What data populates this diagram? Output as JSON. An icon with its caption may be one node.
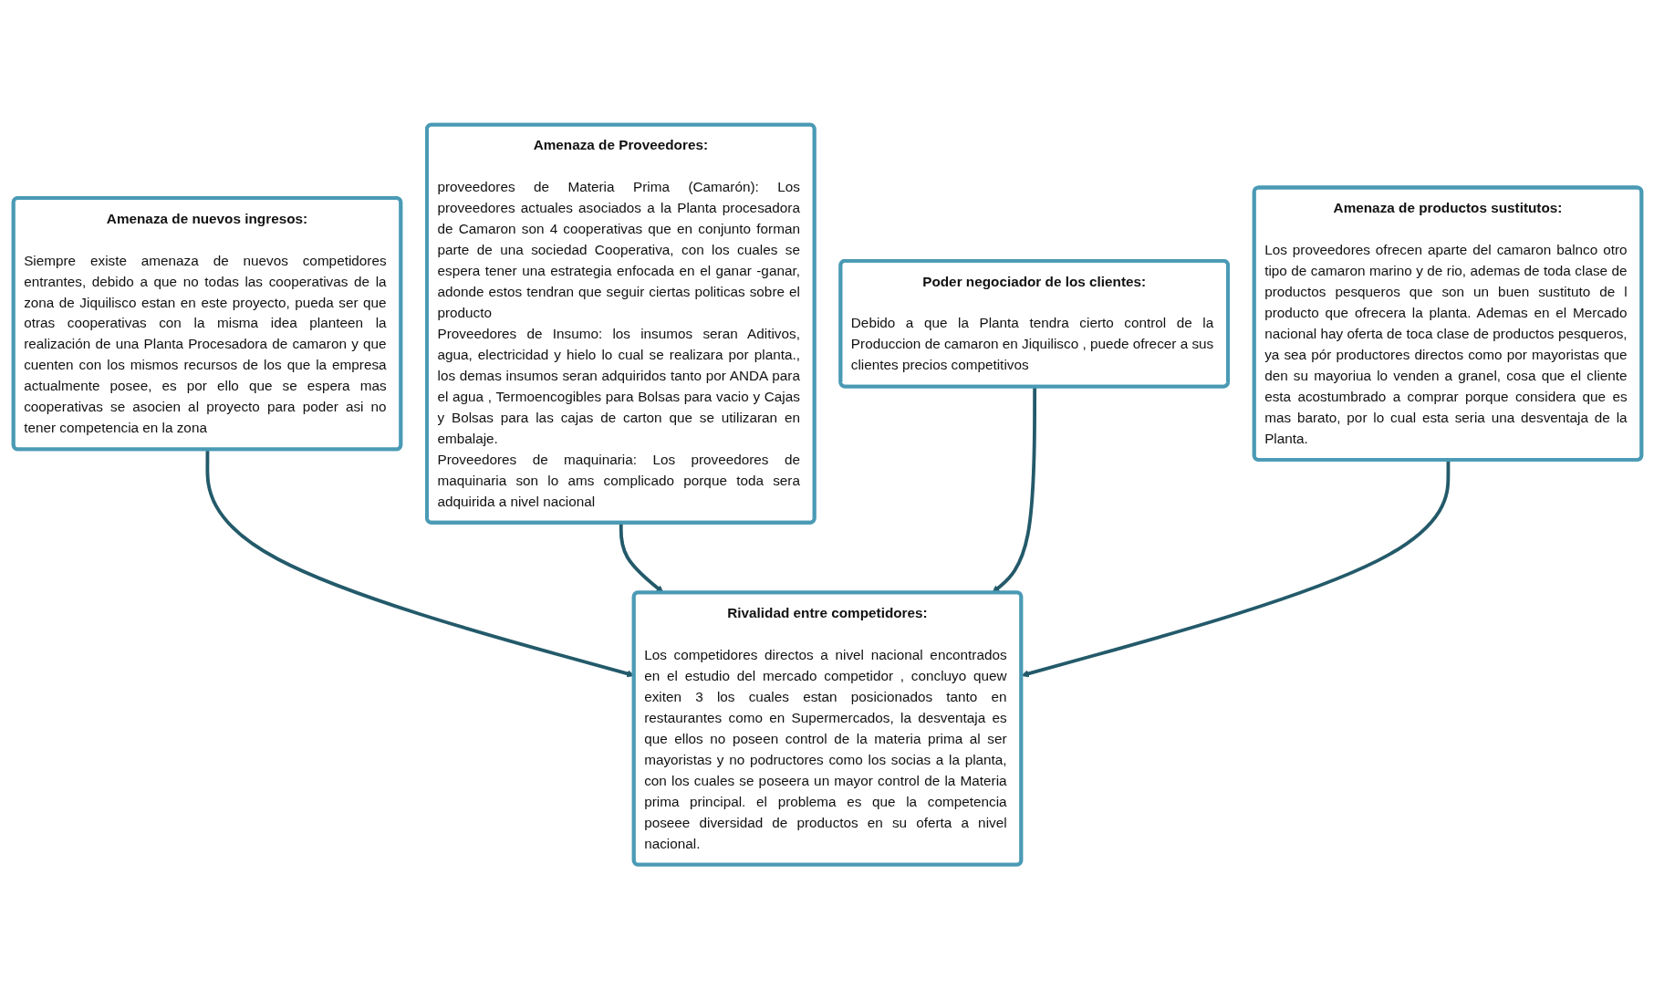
{
  "diagram": {
    "nodes": [
      {
        "text": [
          "Amenaza de nuevos ingresos:",
          "Siempre existe amenaza de nuevos competidores entrantes, debido a que no todas las cooperativas de la zona de Jiquilisco estan en este proyecto, pueda ser que otras cooperativas con la misma idea planteen la realización de una Planta Procesadora de camaron y que cuenten con los mismos recursos de los que la empresa actualmente posee, es por ello que se espera mas cooperativas se asocien al proyecto para poder asi no tener competencia en la zona"
        ]
      },
      {
        "text": [
          "Amenaza de Proveedores:",
          "proveedores de Materia Prima (Camarón): Los proveedores actuales asociados a la Planta procesadora de Camaron son 4 cooperativas que en conjunto forman parte de una sociedad Cooperativa, con los cuales se espera tener una estrategia enfocada en el ganar -ganar, adonde estos tendran que seguir ciertas politicas sobre el producto",
          "Proveedores de Insumo: los insumos seran Aditivos, agua, electricidad y hielo lo cual se realizara por planta., los demas insumos seran adquiridos tanto por ANDA para el agua , Termoencogibles para Bolsas para vacio y Cajas y Bolsas para las cajas de carton que se utilizaran en embalaje.",
          "Proveedores de maquinaria: Los proveedores de maquinaria son lo ams complicado porque toda sera adquirida a nivel nacional"
        ]
      },
      {
        "text": [
          "Rivalidad entre competidores:",
          "Los competidores directos a nivel nacional encontrados en el estudio del mercado competidor , concluyo quew exiten 3 los cuales estan posicionados tanto en restaurantes como en Supermercados, la desventaja es que ellos no poseen control de la materia prima al ser mayoristas y no podructores como los socias a la planta, con los cuales se poseera un mayor control de la Materia prima principal. el problema es que la competencia poseee diversidad de productos en su oferta a nivel nacional."
        ]
      },
      {
        "text": [
          "Poder negociador de los clientes:",
          "Debido a que la Planta tendra cierto control de la Produccion de camaron en Jiquilisco , puede ofrecer a sus clientes precios competitivos"
        ]
      },
      {
        "text": [
          "Amenaza de productos sustitutos:",
          "Los proveedores ofrecen aparte del camaron balnco otro tipo de camaron marino y de rio, ademas de toda clase de productos pesqueros que son un buen sustituto de l producto que ofrecera la planta. Ademas en el Mercado nacional hay oferta de toca clase de productos pesqueros, ya sea pór productores directos como por mayoristas que den su mayoriua lo venden a granel, cosa que el cliente esta acostumbrado a comprar porque considera que es mas barato, por lo cual esta seria una desventaja de la Planta."
        ]
      }
    ],
    "edges": [
      {
        "from": 0,
        "to": 2,
        "arrow": "to"
      },
      {
        "from": 1,
        "to": 2,
        "arrow": "to"
      },
      {
        "from": 3,
        "to": 2,
        "arrow": "to"
      },
      {
        "from": 4,
        "to": 2,
        "arrow": "to"
      }
    ]
  }
}
